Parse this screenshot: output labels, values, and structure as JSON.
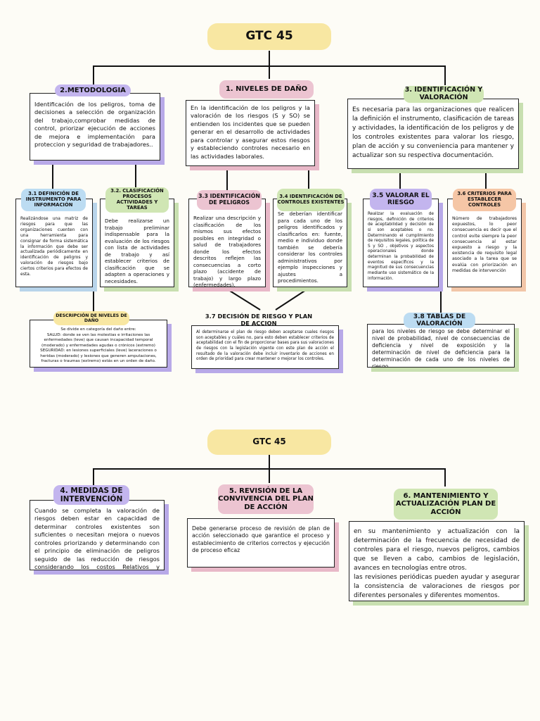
{
  "colors": {
    "yellow": "#f8e7a2",
    "purple": "#c3b5ee",
    "pink": "#ecc4d1",
    "green": "#d0e6b4",
    "blue": "#bcdcf2",
    "orange": "#f5c6a6"
  },
  "top": {
    "title": "GTC 45",
    "methodology": {
      "title": "2.METODOLOGIA",
      "text": "Identificación de los peligros, toma de decisiones a selección de organización del trabajo,comprobar medidas de control, priorizar ejecución de acciones de mejora e implementación para proteccion y seguridad de trabajadores.."
    },
    "levels": {
      "title": "1.    NIVELES DE DAÑO",
      "text": "En la identificación de los peligros y la valoración de los riesgos (S y SO) se entienden los incidentes que se pueden generar en el desarrollo de actividades para controlar y asegurar estos riesgos y estableciendo controles necesario en las actividades laborales."
    },
    "identification": {
      "title": "3. IDENTIFICACIÓN  Y VALORACIÓN",
      "text": "Es necesaria para las organizaciones que realicen la definición el instrumento, clasificación de tareas y actividades, la identificación de los peligros y de los controles existentes para valorar los riesgo, plan de acción y su conveniencia para mantener y actualizar son su respectiva documentación."
    },
    "s31": {
      "title": "3.1 DEFINICIÓN DE INSTRUMENTO PARA INFORMACIÓN",
      "text": "Realizándose una matriz de riesgos para que las organizaciones cuenten con una herramienta para consignar de forma sistemática la información que debe ser actualizada periódicamente en identificación de peligros y valoración de riesgos bajo ciertos criterios para efectos de esta."
    },
    "s32": {
      "title": "3.2. CLASIFICACIÓN PROCESOS ACTIVIDADES Y TAREAS",
      "text": "Debe realizarse un trabajo preliminar indispensable para la evaluación de los riesgos con lista de actividades de trabajo y así establecer criterios de clasificación que se adapten a operaciones y necesidades."
    },
    "s33": {
      "title": "3.3 IDENTIFICACIÓN DE PELIGROS",
      "text": "Realizar una descripción y clasificación de los mismos sus efectos posibles en integridad o salud de trabajadores donde los efectos descritos reflejen las consecuencias a corto plazo (accidente de trabajo) y largo plazo (enfermedades)."
    },
    "s34": {
      "title": "3.4 IDENTIFICACIÓN DE CONTROLES EXISTENTES",
      "text": "Se deberían identificar para cada uno de los peligros identificados y clasificarlos en: fuente, medio e individuo donde también se debería considerar los controles administrativos por ejemplo inspecciones y ajustes a procedimientos."
    },
    "s35": {
      "title": "3.5 VALORAR EL RIESGO",
      "text": "Realizar la evaluación de riesgos, definición de criterios de aceptabilidad y decisión de si son aceptables o no. Determinando el cumplimiento de requisitos legales, política de S y SO , objetivos y aspectos operacionales donde determinan la probabilidad de eventos específicos y la magnitud de sus consecuencias mediante uso sistemático de la información."
    },
    "s36": {
      "title": "3.6 CRITERIOS PARA ESTABLECER CONTROLES",
      "text": "Número de trabajadores expuestos, lo peor consecuencia es decir que el control evite siempre la peor consecuencia al estar expuesto a riesgo y la existencia de requisito legal asociado a la tarea que se evalúa con priorización en medidas de intervención"
    },
    "damage": {
      "title": "DESCRIPCIÓN DE NIVELES DE DAÑO",
      "l1": "Se divide en categoría del daño entre:",
      "l2": "SALUD: donde se ven las molestias e irritaciones las enfermedades (leve) que causan incapacidad temporal (moderado) y enfermedades agudas o crónicos (extremo)",
      "l3": "SEGURIDAD: en lesiones superficiales (leve) laceraciones o heridas (moderado)  y lesiones que generen amputaciones, fracturas o traumas (extremo) estás en un orden de daño."
    },
    "s37": {
      "title": "3.7 DECISIÓN DE RIESGO Y PLAN DE ACCION",
      "text": "Al determinarse el plan de riesgo deben aceptarse cuales riesgos son aceptables y cuáles no, para esto deben establecer criterios de aceptabilidad con el fin de proporcionar bases para sus valoraciones de riesgos con la legislación vigente con este plan de acción el resultado de la valoración debe incluir inventario de acciones en orden de prioridad para crear mantener o mejorar los controles."
    },
    "s38": {
      "title": "3.8 TABLAS DE VALORACIÓN",
      "text": "para los niveles de riesgo se debe determinar el nivel de probabilidad, nivel de consecuencias de deficiencia y nivel de exposición y la determinación de nivel de deficiencia para la determinación de cada uno de los niveles de riesgo."
    }
  },
  "bottom": {
    "title": "GTC 45",
    "s4": {
      "title": "4. MEDIDAS DE INTERVENCIÓN",
      "text": "Cuando se completa la valoración de riesgos deben estar en capacidad de determinar controles existentes son suficientes o necesitan mejora o nuevos controles priorizando y determinando con el principio de eliminación de peligros seguido de las reducción de riesgos considerando los costos Relativos y beneficios de reducción de riesgos."
    },
    "s5": {
      "title": "5. REVISIÓN DE LA CONVIVENCIA DEL PLAN DE ACCIÓN",
      "text": "Debe generarse proceso de revisión de plan de acción seleccionado que garantice el proceso y establecimiento de criterios correctos y ejecución de proceso eficaz"
    },
    "s6": {
      "title": "6. MANTENIMIENTO Y ACTUALIZACIÓN PLAN DE ACCIÓN",
      "p1": "en su mantenimiento y actualización con la determinación de la frecuencia de necesidad de controles para el riesgo, nuevos peligros, cambios que se lleven a cabo, cambios de legislación, avances en tecnologías entre otros.",
      "p2": "las revisiones periódicas pueden ayudar y asegurar la consistencia de valoraciones de riesgos por diferentes personales y diferentes momentos."
    }
  }
}
